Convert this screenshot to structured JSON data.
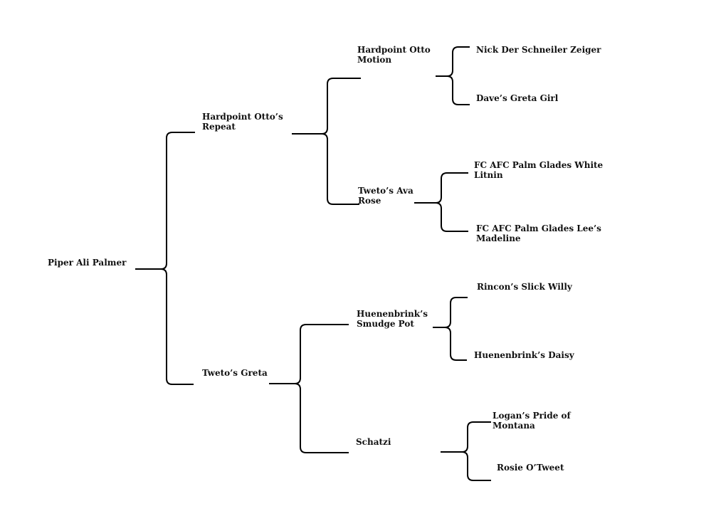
{
  "pedigree": {
    "subject": "Piper Ali Palmer",
    "sire": {
      "name": "Hardpoint Otto’s Repeat",
      "sire": {
        "name": "Hardpoint Otto Motion",
        "sire": "Nick Der Schneiler Zeiger",
        "dam": "Dave’s Greta Girl"
      },
      "dam": {
        "name": "Tweto’s Ava Rose",
        "sire": "FC AFC Palm Glades White Litnin",
        "dam": "FC AFC Palm Glades Lee’s Madeline"
      }
    },
    "dam": {
      "name": "Tweto’s Greta",
      "sire": {
        "name": "Huenenbrink’s Smudge Pot",
        "sire": "Rincon’s Slick Willy",
        "dam": "Huenenbrink’s Daisy"
      },
      "dam": {
        "name": "Schatzi",
        "sire": "Logan’s Pride of Montana",
        "dam": "Rosie O’Tweet"
      }
    }
  }
}
